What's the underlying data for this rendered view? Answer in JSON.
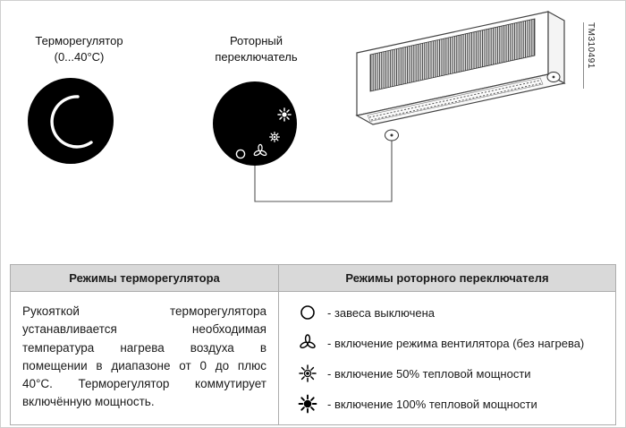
{
  "diagram": {
    "thermostat": {
      "label_line1": "Терморегулятор",
      "label_line2": "(0...40°С)"
    },
    "rotary_switch": {
      "label_line1": "Роторный",
      "label_line2": "переключатель",
      "knob_icons": [
        "curtain-off",
        "fan",
        "heat-50",
        "heat-100"
      ]
    },
    "part_number": "ТМ310491"
  },
  "table": {
    "header_left": "Режимы терморегулятора",
    "header_right": "Режимы роторного переключателя",
    "thermostat_description": "Рукояткой терморегулятора устанавливается необходимая температура нагрева воздуха в помещении в диапазоне от 0 до плюс 40°С. Терморегулятор коммутирует включённую мощность.",
    "modes": [
      {
        "icon": "curtain-off-icon",
        "label": "- завеса выключена"
      },
      {
        "icon": "fan-mode-icon",
        "label": "- включение режима вентилятора (без нагрева)"
      },
      {
        "icon": "heat-50-icon",
        "label": "- включение 50% тепловой мощности"
      },
      {
        "icon": "heat-100-icon",
        "label": "- включение 100% тепловой мощности"
      }
    ]
  },
  "colors": {
    "header_bg": "#d9d9d9",
    "knob": "#000000"
  }
}
